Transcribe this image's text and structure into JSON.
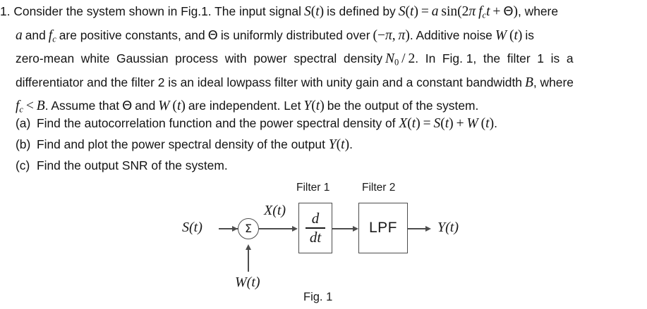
{
  "problem": {
    "number": "1.",
    "lines": [
      {
        "id": "line1",
        "parts": [
          {
            "t": "text",
            "v": "1. Consider the system shown in Fig.1. The input signal "
          },
          {
            "t": "math",
            "v": "S(t)"
          },
          {
            "t": "text",
            "v": " is defined by "
          },
          {
            "t": "math",
            "v": "S(t) = a sin(2π fᴄt + Θ)"
          },
          {
            "t": "text",
            "v": " , where"
          }
        ],
        "plain": "1. Consider the system shown in Fig.1. The input signal S(t) is defined by S(t)= a sin(2π f_c t+Θ) , where"
      },
      {
        "id": "line2",
        "plain": "a and f_c are positive constants, and Θ is uniformly distributed over (−π,π) . Additive noise W(t) is"
      },
      {
        "id": "line3",
        "plain": "zero-mean white Gaussian process with power spectral density N_0/2 . In Fig. 1, the filter 1 is a"
      },
      {
        "id": "line4",
        "plain": "differentiator and the filter 2 is an ideal lowpass filter with unity gain and a constant bandwidth B , where"
      },
      {
        "id": "line5",
        "plain": "f_c < B . Assume that Θ and W(t) are independent. Let Y(t) be the output of the system."
      }
    ],
    "symbols": {
      "signal_S": "S",
      "signal_W": "W",
      "signal_X": "X",
      "signal_Y": "Y",
      "amplitude": "a",
      "carrier_freq": "f",
      "carrier_sub": "c",
      "phase": "Θ",
      "psd_N": "N",
      "psd_sub": "0",
      "bandwidth": "B",
      "time_var": "t",
      "pi": "π",
      "two": "2",
      "sigma": "Σ"
    },
    "subitems": [
      {
        "tag": "(a)",
        "text_before": "Find the autocorrelation function and the power spectral density of ",
        "math": "X(t) = S(t) + W(t)",
        "text_after": "."
      },
      {
        "tag": "(b)",
        "text_before": "Find and plot the power spectral density of the output ",
        "math": "Y(t)",
        "text_after": "."
      },
      {
        "tag": "(c)",
        "text_before": "Find the output SNR of the system.",
        "math": "",
        "text_after": ""
      }
    ]
  },
  "figure": {
    "caption": "Fig. 1",
    "filter1_label": "Filter 1",
    "filter2_label": "Filter 2",
    "input_label": "S(t)",
    "noise_label": "W(t)",
    "mid_label": "X(t)",
    "output_label": "Y(t)",
    "summer_symbol": "Σ",
    "filter1_numerator": "d",
    "filter1_denominator": "dt",
    "filter2_text": "LPF",
    "line_color": "#4d4d4d"
  }
}
